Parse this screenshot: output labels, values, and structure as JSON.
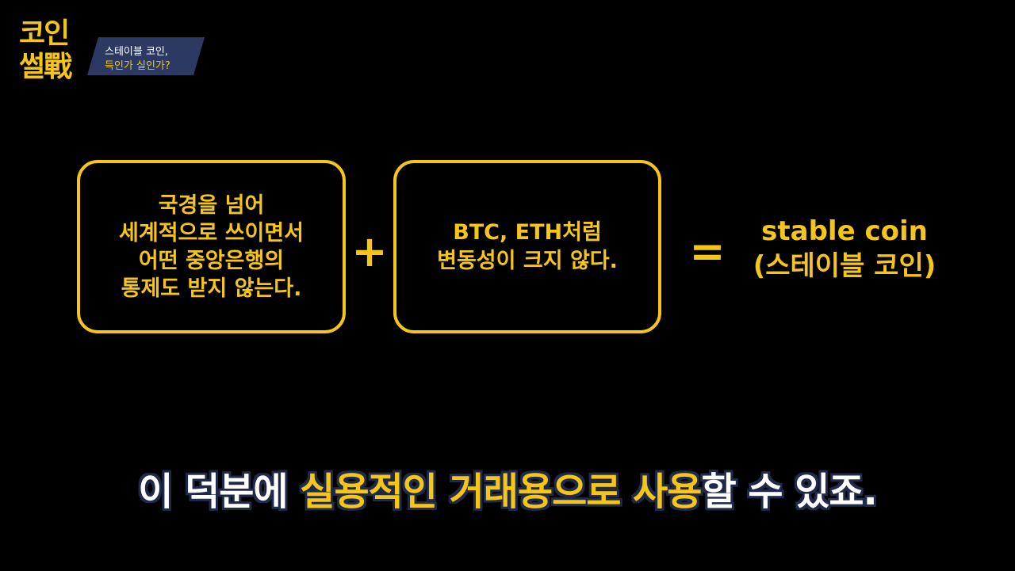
{
  "logo": {
    "line1": "코인",
    "line2": "썰戰"
  },
  "episode_tag": {
    "line1": "스테이블 코인,",
    "line2": "득인가 실인가?"
  },
  "box_left": {
    "lines": [
      "국경을 넘어",
      "세계적으로 쓰이면서",
      "어떤 중앙은행의",
      "통제도 받지 않는다."
    ]
  },
  "operator_plus": "+",
  "box_right": {
    "lines": [
      "BTC, ETH처럼",
      "변동성이 크지 않다."
    ]
  },
  "operator_equals": "=",
  "result": {
    "line1": "stable coin",
    "line2": "(스테이블 코인)"
  },
  "caption": {
    "part1": "이 덕분에 ",
    "part2": "실용적인 거래용으로 사용",
    "part3": "할 수 있죠."
  },
  "colors": {
    "accent": "#f5c518",
    "background": "#000000",
    "caption_white": "#ffffff",
    "tag_bg": "#2c3a63"
  }
}
